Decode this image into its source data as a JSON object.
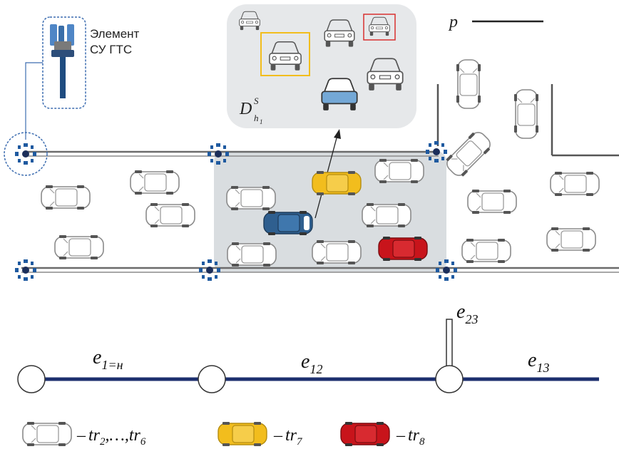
{
  "station": {
    "label_line1": "Элемент",
    "label_line2": "СУ ГТС"
  },
  "legend_p": {
    "label": "p"
  },
  "zone_label": {
    "main": "D",
    "sup": "S",
    "sub": "h",
    "subsub": "1"
  },
  "graph": {
    "edges": [
      {
        "id": "e1",
        "main": "e",
        "sub": "1=н"
      },
      {
        "id": "e12",
        "main": "e",
        "sub": "12"
      },
      {
        "id": "e13",
        "main": "e",
        "sub": "13"
      },
      {
        "id": "e23",
        "main": "e",
        "sub": "23"
      }
    ]
  },
  "legend": [
    {
      "name": "white",
      "dash": "–",
      "text": "tr",
      "sub1": "2",
      "mid": ",…,",
      "text2": "tr",
      "sub2": "6"
    },
    {
      "name": "yellow",
      "dash": "–",
      "text": "tr",
      "sub1": "7"
    },
    {
      "name": "red",
      "dash": "–",
      "text": "tr",
      "sub1": "8"
    }
  ],
  "colors": {
    "road": "#6b6b6b",
    "graph_edge": "#1c2f6e",
    "sensor": "#1f5aa0",
    "zone_fill": "#d9dde0",
    "popup_fill": "#e6e8ea",
    "yellow_car": "#f2bd1d",
    "red_car": "#c8141b",
    "blue_car": "#2f5f8f",
    "light_blue_car": "#74a8d6"
  }
}
